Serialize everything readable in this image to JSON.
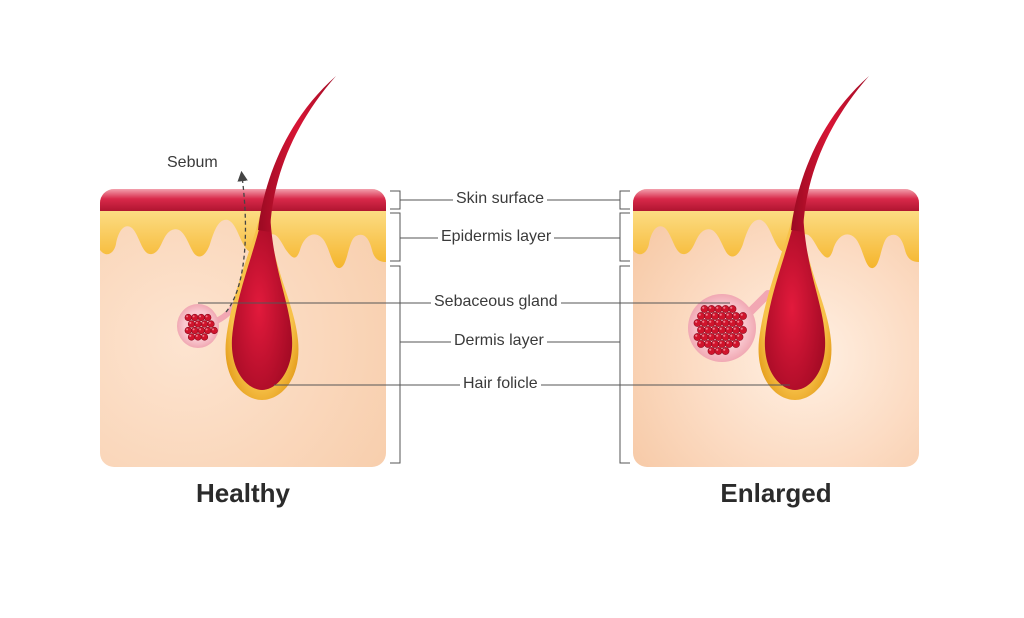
{
  "annotations": {
    "sebum": "Sebum",
    "skin_surface": "Skin surface",
    "epidermis_layer": "Epidermis layer",
    "sebaceous_gland": "Sebaceous gland",
    "dermis_layer": "Dermis layer",
    "hair_folicle": "Hair folicle"
  },
  "captions": {
    "healthy": "Healthy",
    "enlarged": "Enlarged"
  },
  "colors": {
    "skin_surface": "#c81e3c",
    "epidermis": "#f2b52a",
    "dermis": "#fbd9c0",
    "hair": "#c8102e",
    "gland_cells": "#d0142c",
    "gland_sac": "#f6b7c0",
    "leader_lines": "#555555"
  }
}
